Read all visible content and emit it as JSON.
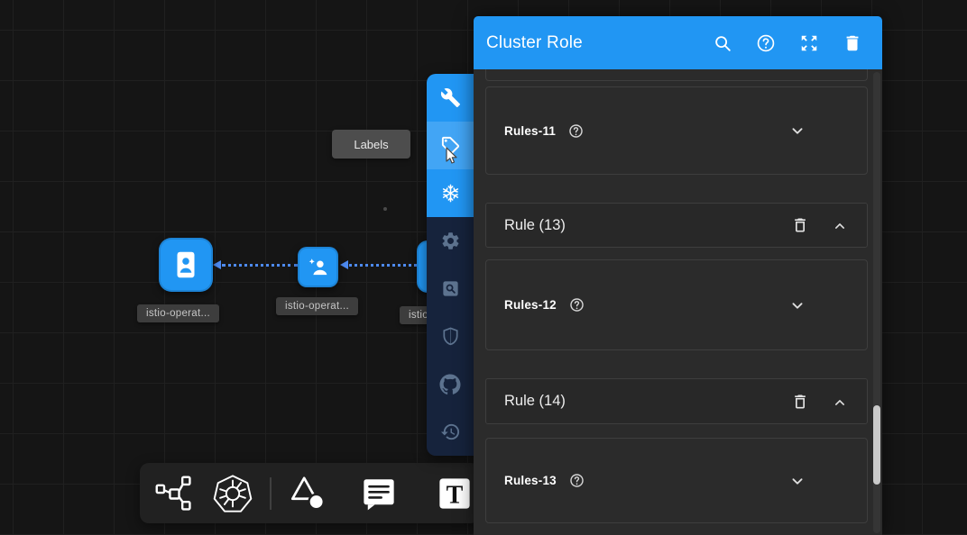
{
  "colors": {
    "accent": "#2196f3",
    "accent_hover": "#42a5f5",
    "side_toolbar_dark_bg": "#16233c",
    "side_toolbar_dark_icon": "#5d738f",
    "panel_bg": "#2b2b2b",
    "card_border": "#3e3e3e",
    "canvas_bg": "#151515",
    "edge_blue": "#4d8af0",
    "chip_bg": "#3d3d3d"
  },
  "panel": {
    "title": "Cluster Role",
    "header_icons": [
      "search-icon",
      "help-icon",
      "fullscreen-icon",
      "delete-icon"
    ],
    "items": [
      {
        "kind": "rules-field",
        "label": "Rules-11"
      },
      {
        "kind": "rule-header",
        "label": "Rule (13)"
      },
      {
        "kind": "rules-field",
        "label": "Rules-12"
      },
      {
        "kind": "rule-header",
        "label": "Rule (14)"
      },
      {
        "kind": "rules-field",
        "label": "Rules-13"
      }
    ]
  },
  "side_toolbar": {
    "tooltip": "Labels",
    "tools": [
      "wrench",
      "label-tag",
      "snowflake",
      "settings-gear",
      "search-document",
      "shield",
      "github",
      "history-clock"
    ]
  },
  "canvas": {
    "nodes": [
      {
        "label": "istio-operat..."
      },
      {
        "label": "istio-operat..."
      },
      {
        "label": "istio..."
      }
    ]
  },
  "bottom_toolbar": {
    "tools": [
      "design-graph",
      "kubernetes-wheel",
      "shapes",
      "comment",
      "text-tool"
    ],
    "text_tool_glyph": "T"
  }
}
